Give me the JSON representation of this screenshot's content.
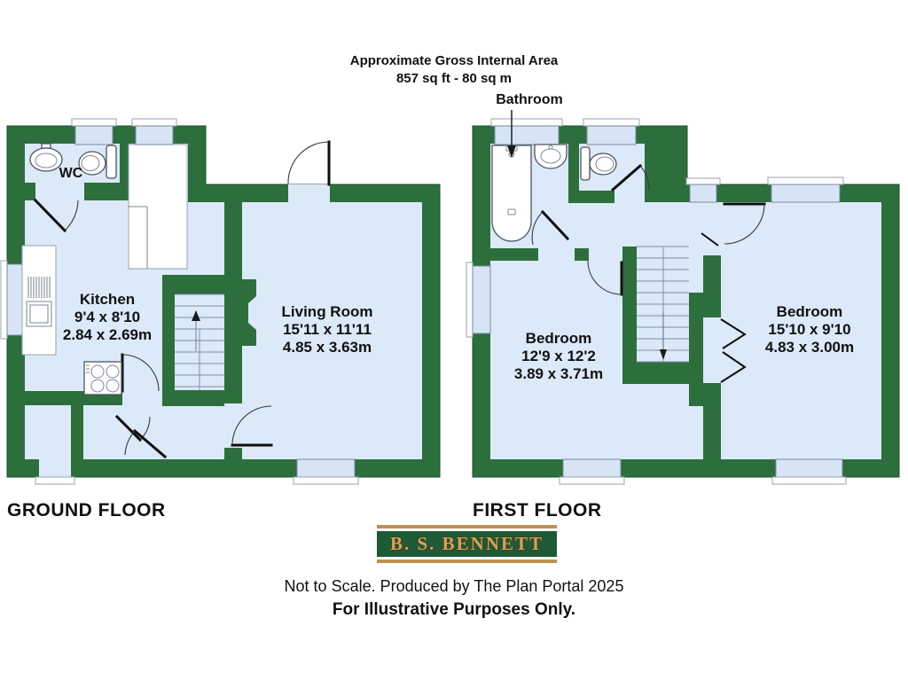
{
  "header": {
    "line1": "Approximate Gross Internal Area",
    "line2": "857 sq ft - 80 sq m"
  },
  "callout": {
    "label": "Bathroom"
  },
  "floors": {
    "ground": {
      "title": "GROUND FLOOR",
      "wc": {
        "name": "WC"
      },
      "kitchen": {
        "name": "Kitchen",
        "imperial": "9'4 x 8'10",
        "metric": "2.84 x 2.69m"
      },
      "living_room": {
        "name": "Living Room",
        "imperial": "15'11 x 11'11",
        "metric": "4.85 x 3.63m"
      }
    },
    "first": {
      "title": "FIRST FLOOR",
      "bedroom1": {
        "name": "Bedroom",
        "imperial": "12'9 x 12'2",
        "metric": "3.89 x 3.71m"
      },
      "bedroom2": {
        "name": "Bedroom",
        "imperial": "15'10 x 9'10",
        "metric": "4.83 x 3.00m"
      }
    }
  },
  "branding": {
    "logo_text": "B. S. BENNETT"
  },
  "footer": {
    "line1": "Not to Scale. Produced by The Plan Portal 2025",
    "line2": "For Illustrative Purposes Only."
  },
  "colors": {
    "wall_green": "#2d6e3d",
    "room_blue": "#dbe9f8",
    "window_blue": "#d6e4f5",
    "logo_green": "#1d5a35",
    "logo_gold": "#c09050",
    "logo_text_gold": "#d8a157"
  }
}
